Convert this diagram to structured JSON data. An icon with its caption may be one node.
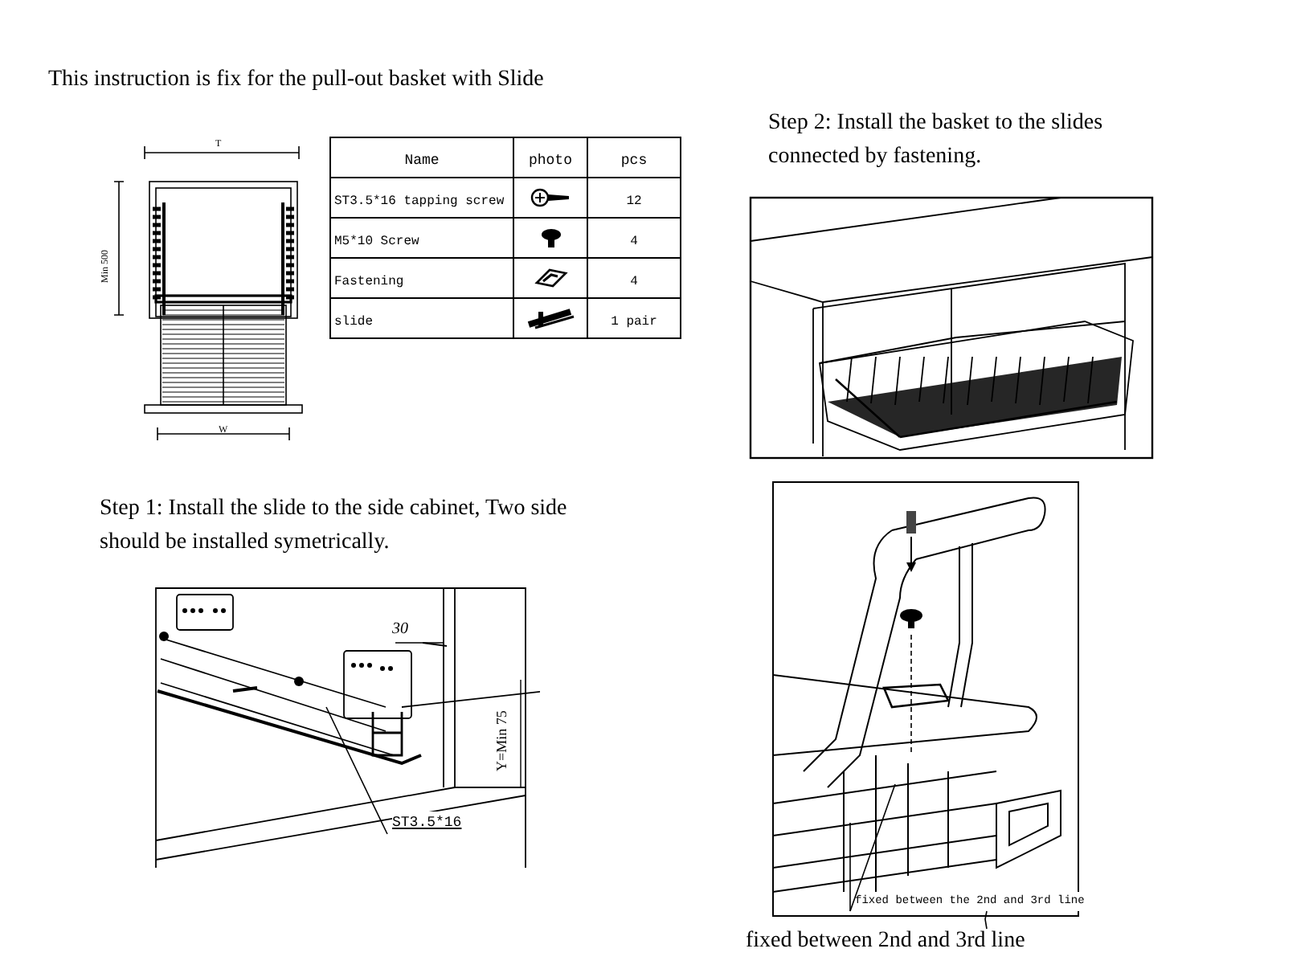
{
  "diagram": {
    "title": "This instruction is fix for the pull-out basket with Slide",
    "nodes": [
      {
        "text": [
          "ST3.5*16"
        ]
      },
      {
        "text": [
          "fixed between the 2nd and 3rd line"
        ]
      },
      {
        "text": [
          "fixed between 2nd and 3rd line"
        ]
      }
    ],
    "edges": [
      {
        "from": 0,
        "to": null,
        "arrow": "none"
      },
      {
        "from": 1,
        "to": null,
        "arrow": "none"
      },
      {
        "from": 1,
        "to": null,
        "arrow": "none"
      },
      {
        "from": 2,
        "to": 1,
        "arrow": "none"
      }
    ],
    "labels": [
      "T",
      "Min 500",
      "W",
      "Name",
      "photo",
      "pcs",
      "ST3.5*16 tapping screw",
      "12",
      "M5*10 Screw",
      "4",
      "Fastening",
      "4",
      "slide",
      "1 pair",
      "Step 2: Install the basket to the slides connected by fastening.",
      "Step 1: Install the slide to the side cabinet, Two side should be installed symetrically.",
      "30",
      "Y=Min 75"
    ]
  }
}
